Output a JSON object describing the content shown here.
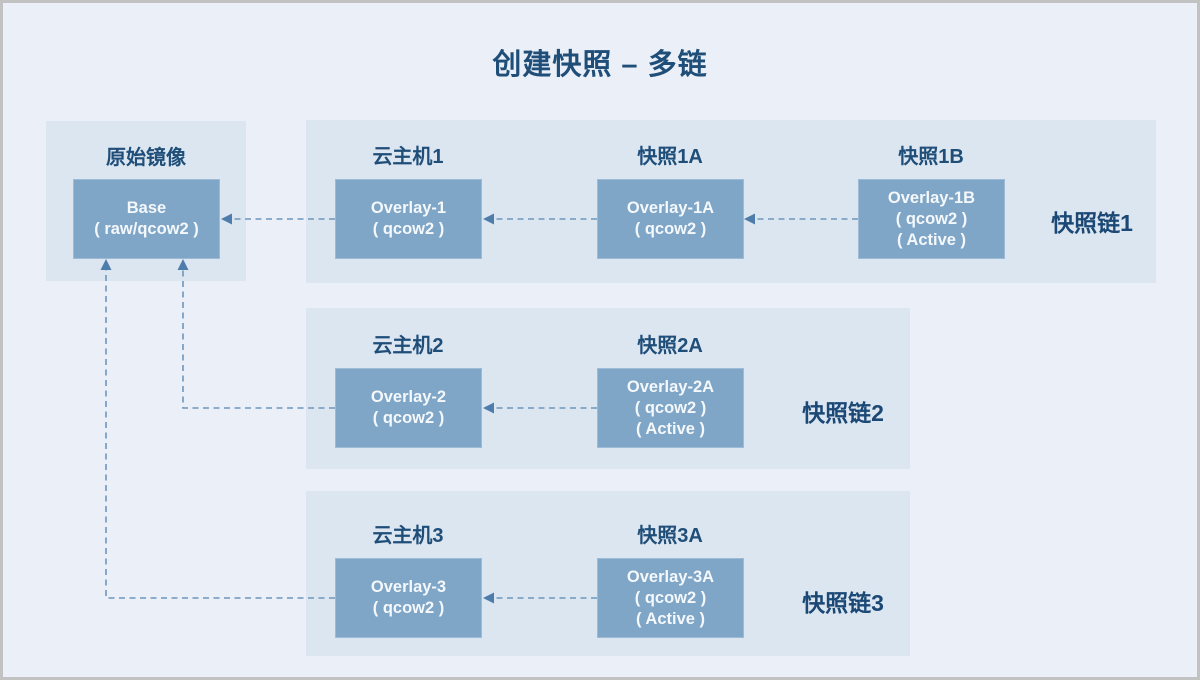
{
  "title": "创建快照 – 多链",
  "base": {
    "label": "原始镜像",
    "box": [
      "Base",
      "( raw/qcow2 )"
    ]
  },
  "chains": [
    {
      "label": "快照链1",
      "nodes": [
        {
          "title": "云主机1",
          "lines": [
            "Overlay-1",
            "( qcow2 )"
          ]
        },
        {
          "title": "快照1A",
          "lines": [
            "Overlay-1A",
            "( qcow2 )"
          ]
        },
        {
          "title": "快照1B",
          "lines": [
            "Overlay-1B",
            "( qcow2 )",
            "( Active )"
          ]
        }
      ]
    },
    {
      "label": "快照链2",
      "nodes": [
        {
          "title": "云主机2",
          "lines": [
            "Overlay-2",
            "( qcow2 )"
          ]
        },
        {
          "title": "快照2A",
          "lines": [
            "Overlay-2A",
            "( qcow2 )",
            "( Active )"
          ]
        }
      ]
    },
    {
      "label": "快照链3",
      "nodes": [
        {
          "title": "云主机3",
          "lines": [
            "Overlay-3",
            "( qcow2 )"
          ]
        },
        {
          "title": "快照3A",
          "lines": [
            "Overlay-3A",
            "( qcow2 )",
            "( Active )"
          ]
        }
      ]
    }
  ],
  "connections": [
    {
      "from": "Overlay-1",
      "to": "Base"
    },
    {
      "from": "Overlay-1A",
      "to": "Overlay-1"
    },
    {
      "from": "Overlay-1B",
      "to": "Overlay-1A"
    },
    {
      "from": "Overlay-2",
      "to": "Overlay-  Base",
      "note": ""
    },
    {
      "from": "Overlay-2A",
      "to": "Overlay-2"
    },
    {
      "from": "Overlay-3",
      "to": "Base"
    },
    {
      "from": "Overlay-3A",
      "to": "Overlay-3"
    }
  ],
  "colors": {
    "background": "#eaeff8",
    "panel": "#dce6f1",
    "box_fill": "#7fa5c7",
    "box_text": "#f4f8fb",
    "label_text": "#1f4e79",
    "connector": "#6e96bc",
    "frame_border": "#c2c2c2"
  }
}
